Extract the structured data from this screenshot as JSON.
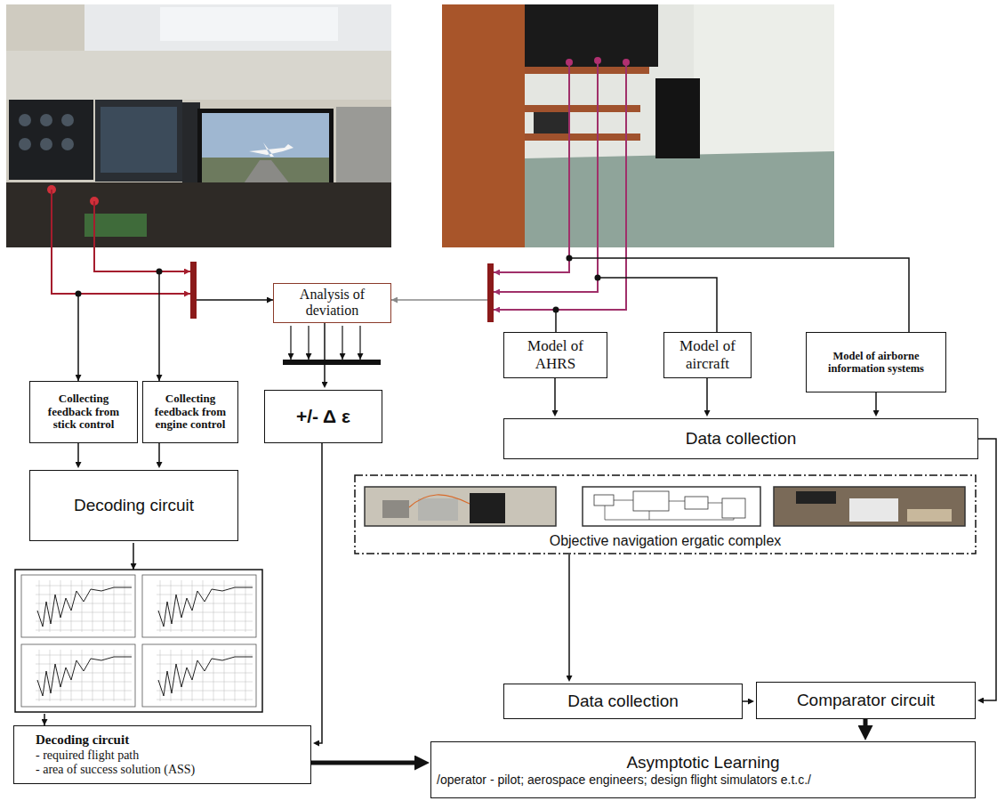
{
  "diagram": {
    "nodes": [
      {
        "text": [
          "Analysis of deviation"
        ]
      },
      {
        "text": [
          "Model of AHRS"
        ]
      },
      {
        "text": [
          "Model of aircraft"
        ]
      },
      {
        "text": [
          "Model of airborne information systems"
        ]
      },
      {
        "text": [
          "Collecting feedback from stick control"
        ]
      },
      {
        "text": [
          "Collecting feedback from engine control"
        ]
      },
      {
        "text": [
          "+/- Δ ε"
        ]
      },
      {
        "text": [
          "Data collection"
        ]
      },
      {
        "text": [
          "Decoding circuit"
        ]
      },
      {
        "text": [
          "Objective navigation ergatic complex"
        ]
      },
      {
        "text": [
          "Data collection"
        ]
      },
      {
        "text": [
          "Comparator circuit"
        ]
      },
      {
        "text": [
          "Decoding circuit",
          "- required flight path",
          "- area of success solution (ASS)"
        ]
      },
      {
        "text": [
          "Asymptotic Learning",
          "/operator - pilot; aerospace engineers; design flight simulators e.t.c./"
        ]
      }
    ],
    "edges": [
      {
        "from": 0,
        "to": 6,
        "arrow": "to"
      },
      {
        "from": 4,
        "to": 8,
        "arrow": "to"
      },
      {
        "from": 5,
        "to": 8,
        "arrow": "to"
      },
      {
        "from": 6,
        "to": 12,
        "arrow": "to"
      },
      {
        "from": 1,
        "to": 7,
        "arrow": "to"
      },
      {
        "from": 2,
        "to": 7,
        "arrow": "to"
      },
      {
        "from": 3,
        "to": 7,
        "arrow": "to"
      },
      {
        "from": 7,
        "to": 11,
        "arrow": "to"
      },
      {
        "from": 9,
        "to": 10,
        "arrow": "to"
      },
      {
        "from": 10,
        "to": 11,
        "arrow": "to"
      },
      {
        "from": 11,
        "to": 13,
        "arrow": "to"
      },
      {
        "from": 12,
        "to": 13,
        "arrow": "to"
      }
    ]
  }
}
